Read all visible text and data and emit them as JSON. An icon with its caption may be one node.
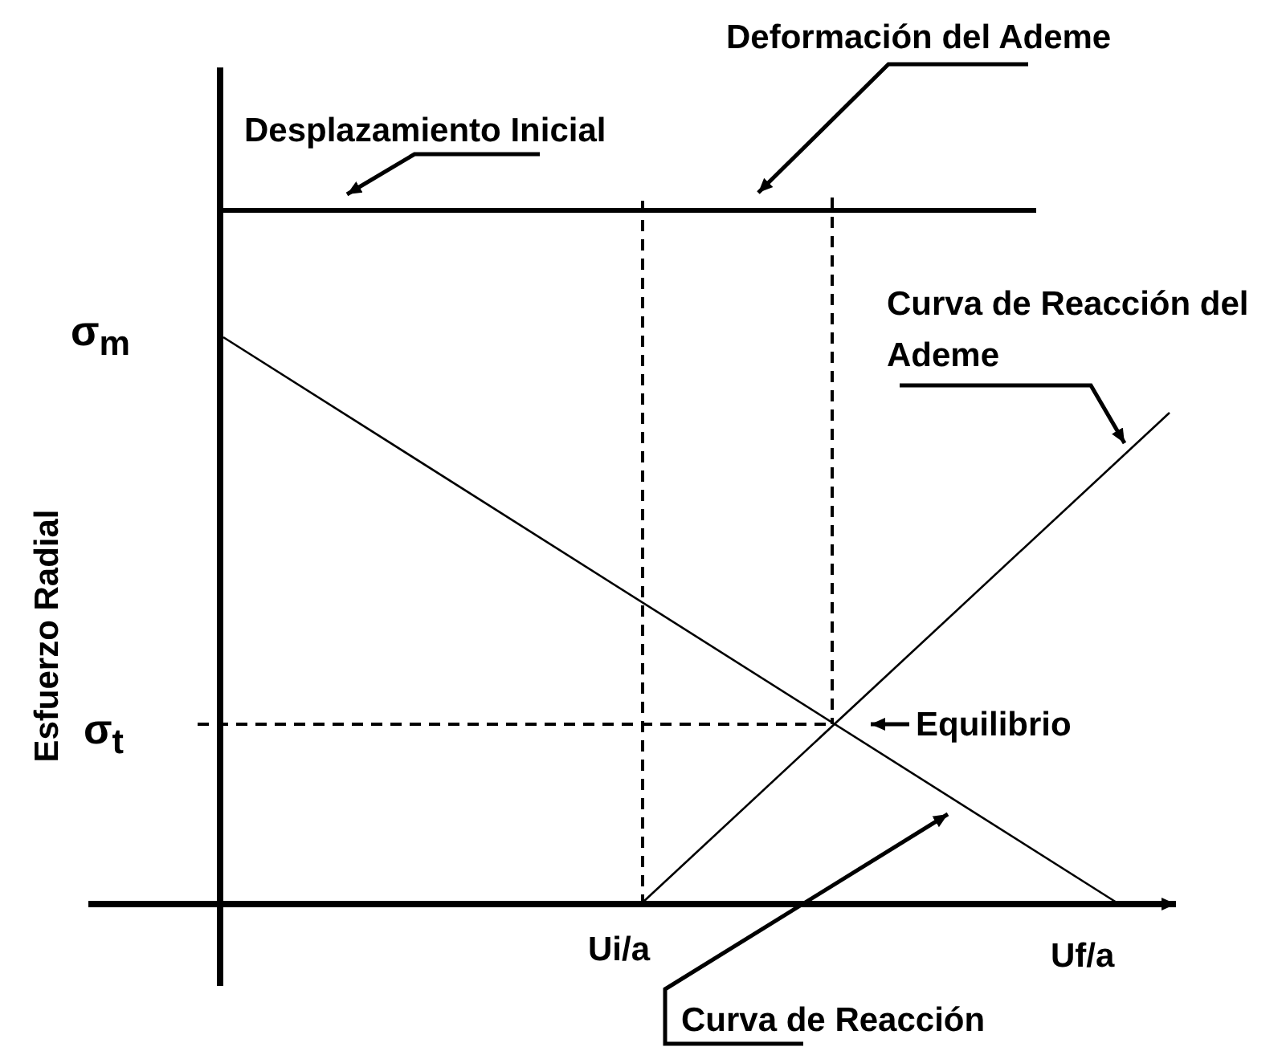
{
  "diagram": {
    "nodes": [
      {
        "text": [
          "Deformación del Ademe"
        ]
      },
      {
        "text": [
          "Desplazamiento Inicial"
        ]
      },
      {
        "text": [
          "Curva de Reacción del Ademe"
        ]
      },
      {
        "text": [
          "Equilibrio"
        ]
      },
      {
        "text": [
          "Curva de Reacción"
        ]
      }
    ],
    "edges": [
      {
        "from": 0,
        "to": null,
        "arrow": "to"
      },
      {
        "from": 1,
        "to": null,
        "arrow": "to"
      },
      {
        "from": 2,
        "to": null,
        "arrow": "to"
      },
      {
        "from": 3,
        "to": null,
        "arrow": "to"
      },
      {
        "from": 4,
        "to": null,
        "arrow": "to"
      }
    ],
    "labels": [
      "σ$_{m}$",
      "Esfuerzo Radial",
      "σ$_{t}$",
      "Ui/a",
      "Uf/a"
    ]
  }
}
